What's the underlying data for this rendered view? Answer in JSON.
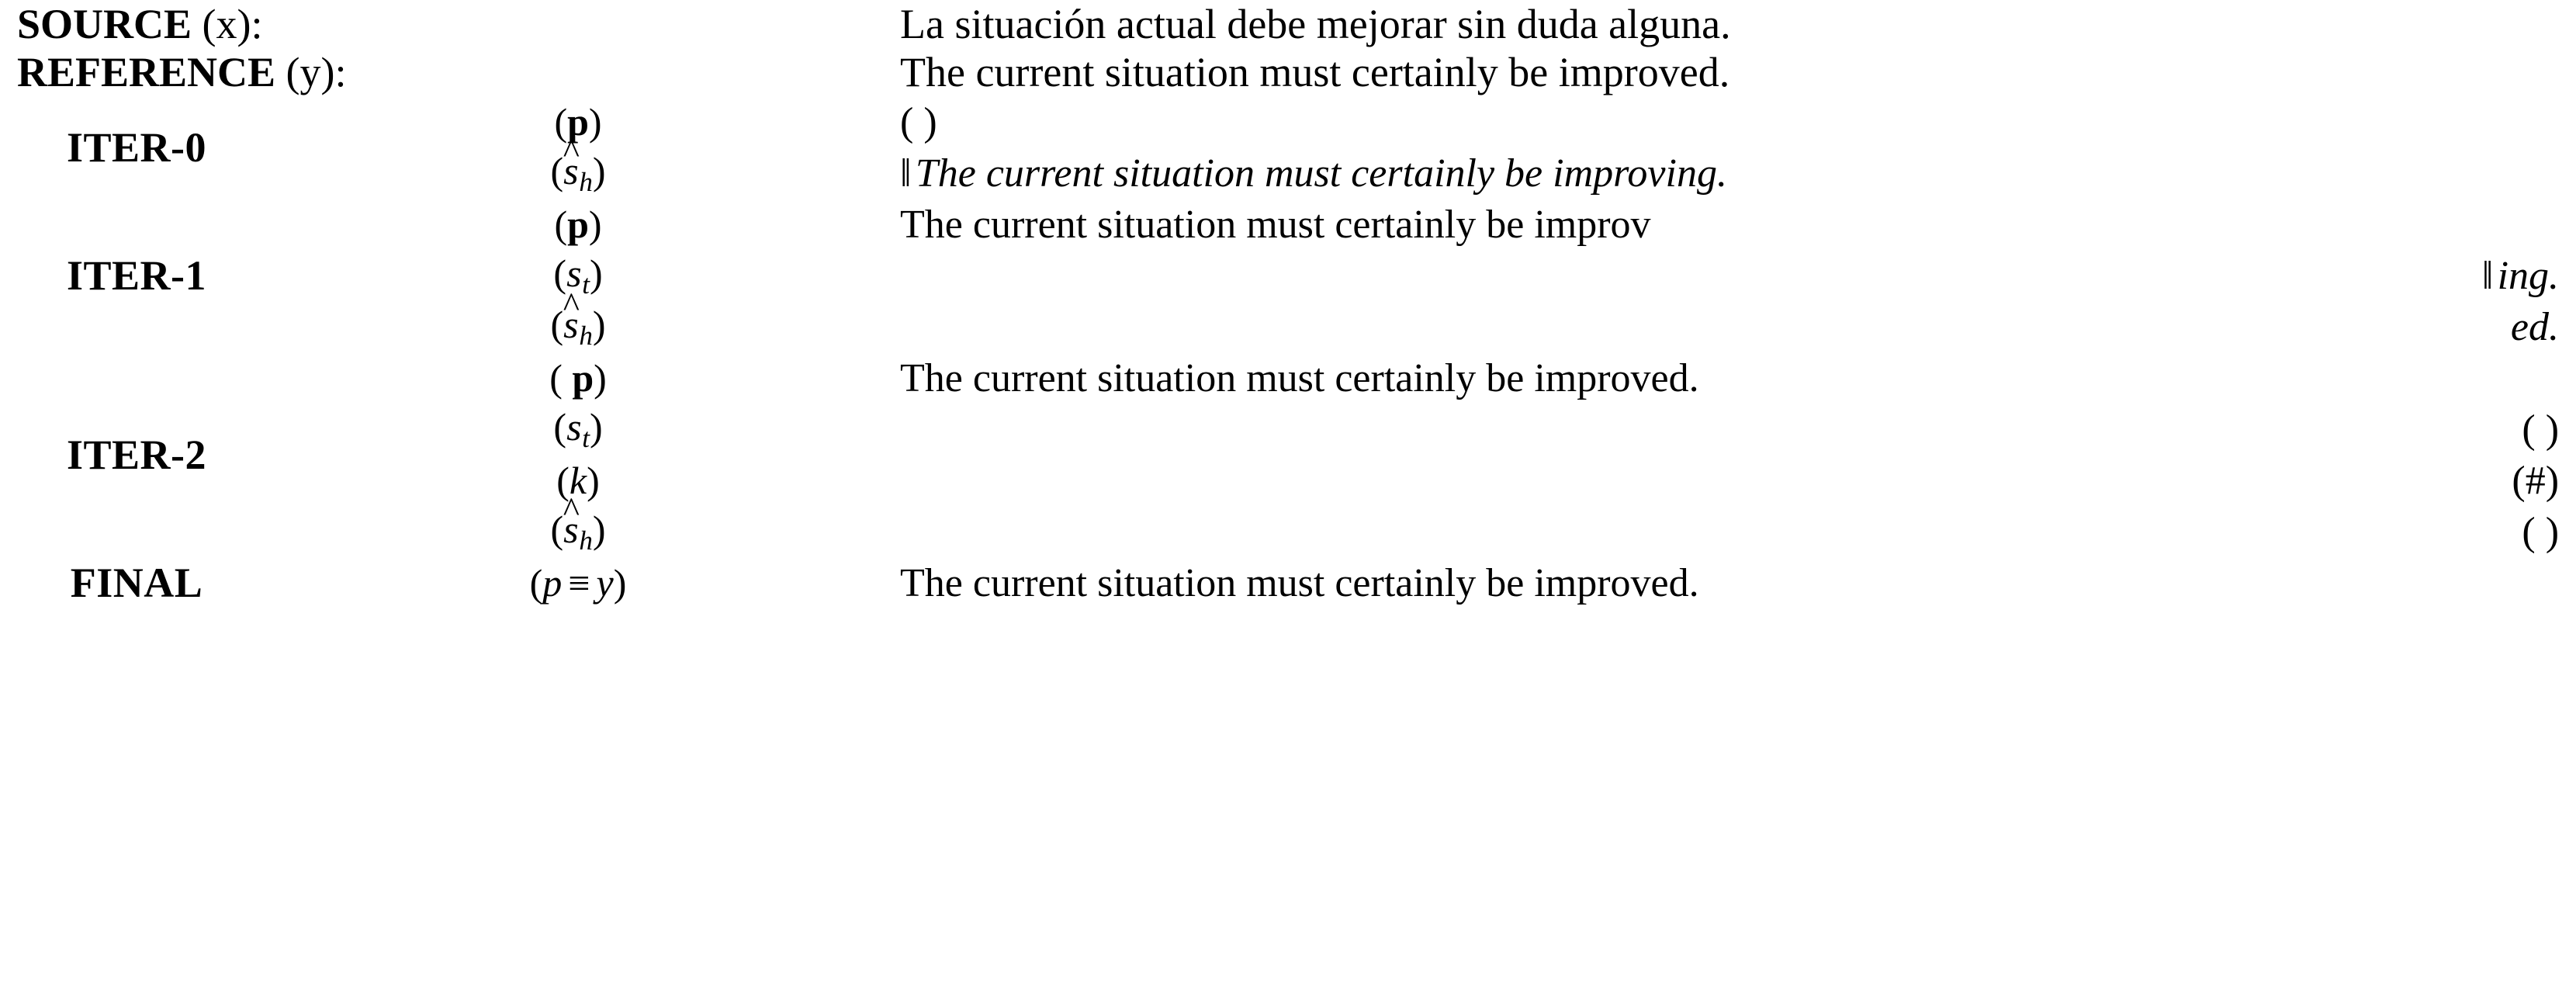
{
  "figure": {
    "kind": "iterative-translation-refinement-table",
    "background_color": "#ffffff",
    "text_color": "#000000",
    "rule_color": "#000000"
  },
  "header": {
    "source": {
      "label_strong": "SOURCE",
      "label_light": " (x):",
      "text": "La situación actual debe mejorar sin duda alguna."
    },
    "reference": {
      "label_strong": "REFERENCE",
      "label_light": " (y):",
      "text": "The current situation must certainly be improved."
    }
  },
  "bands": [
    {
      "label": "ITER-0",
      "rows": [
        {
          "symbol_open": "(",
          "symbol_body": "p",
          "symbol_style": "bold-upright",
          "symbol_sub": "",
          "symbol_close": ")",
          "align": "left",
          "bar": "",
          "text": "( )",
          "text_style": "upright"
        },
        {
          "symbol_open": "(",
          "symbol_body": "s",
          "symbol_style": "italic-hat",
          "symbol_sub": "h",
          "symbol_close": ")",
          "align": "left",
          "bar": "‖",
          "text": "The current situation must certainly be improving.",
          "text_style": "italic"
        }
      ]
    },
    {
      "label": "ITER-1",
      "rows": [
        {
          "symbol_open": "(",
          "symbol_body": "p",
          "symbol_style": "bold-upright",
          "symbol_sub": "",
          "symbol_close": ")",
          "align": "left",
          "bar": "",
          "text": "The current situation must certainly be improv",
          "text_style": "upright"
        },
        {
          "symbol_open": "(",
          "symbol_body": "s",
          "symbol_style": "italic",
          "symbol_sub": "t",
          "symbol_close": ")",
          "align": "right",
          "bar": "‖",
          "text": "ing.",
          "text_style": "italic"
        },
        {
          "symbol_open": "(",
          "symbol_body": "s",
          "symbol_style": "italic-hat",
          "symbol_sub": "h",
          "symbol_close": ")",
          "align": "right",
          "bar": "",
          "text": "ed.",
          "text_style": "italic"
        }
      ]
    },
    {
      "label": "ITER-2",
      "rows": [
        {
          "symbol_open": "( ",
          "symbol_body": "p",
          "symbol_style": "bold-upright",
          "symbol_sub": "",
          "symbol_close": ")",
          "align": "left",
          "bar": "",
          "text": "The current situation must certainly be improved.",
          "text_style": "upright"
        },
        {
          "symbol_open": "(",
          "symbol_body": "s",
          "symbol_style": "italic",
          "symbol_sub": "t",
          "symbol_close": ")",
          "align": "right",
          "bar": "",
          "text": "(  )",
          "text_style": "upright"
        },
        {
          "symbol_open": "(",
          "symbol_body": "k",
          "symbol_style": "italic",
          "symbol_sub": "",
          "symbol_close": ")",
          "align": "right",
          "bar": "",
          "text": "(#)",
          "text_style": "upright"
        },
        {
          "symbol_open": "(",
          "symbol_body": "s",
          "symbol_style": "italic-hat",
          "symbol_sub": "h",
          "symbol_close": ")",
          "align": "right",
          "bar": "",
          "text": "( )",
          "text_style": "upright"
        }
      ]
    },
    {
      "label": "FINAL",
      "rows": [
        {
          "symbol_open": "(",
          "symbol_body": "p",
          "symbol_style": "italic-equiv",
          "symbol_equiv": "≡",
          "symbol_body2": "y",
          "symbol_sub": "",
          "symbol_close": ")",
          "align": "left",
          "bar": "",
          "text": "The current situation must certainly be improved.",
          "text_style": "upright"
        }
      ]
    }
  ]
}
